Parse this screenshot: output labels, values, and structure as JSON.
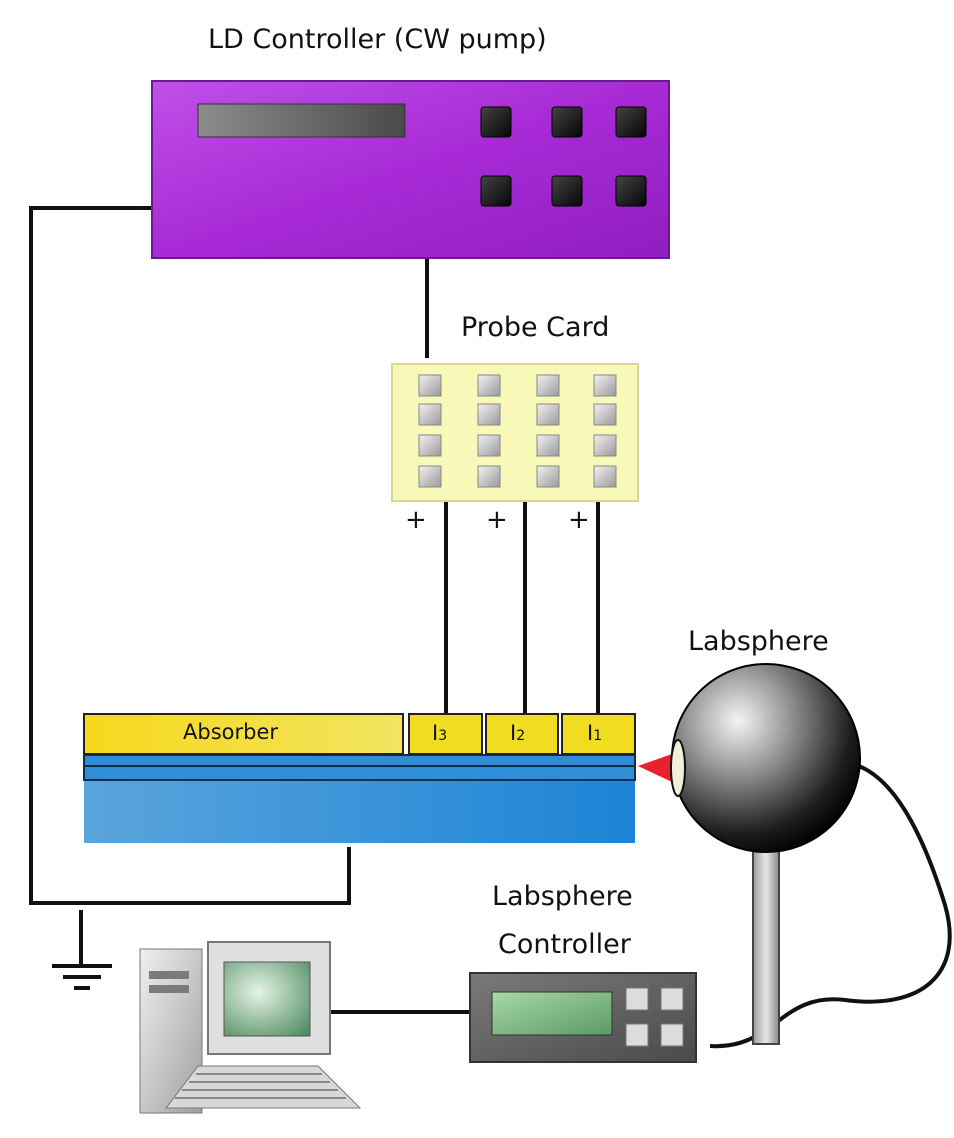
{
  "labels": {
    "ld_controller": "LD Controller (CW pump)",
    "probe_card": "Probe Card",
    "labsphere": "Labsphere",
    "labsphere_controller_line1": "Labsphere",
    "labsphere_controller_line2": "Controller",
    "absorber": "Absorber",
    "i3": "3",
    "i2": "2",
    "i1": "1",
    "i_prefix": "I",
    "plus": "+"
  },
  "colors": {
    "ld_controller": "#b030d8",
    "probe_card": "#f8f8b8",
    "absorber": "#f2dc22",
    "substrate": "#2f8ed6",
    "emission": "#e8222a"
  }
}
